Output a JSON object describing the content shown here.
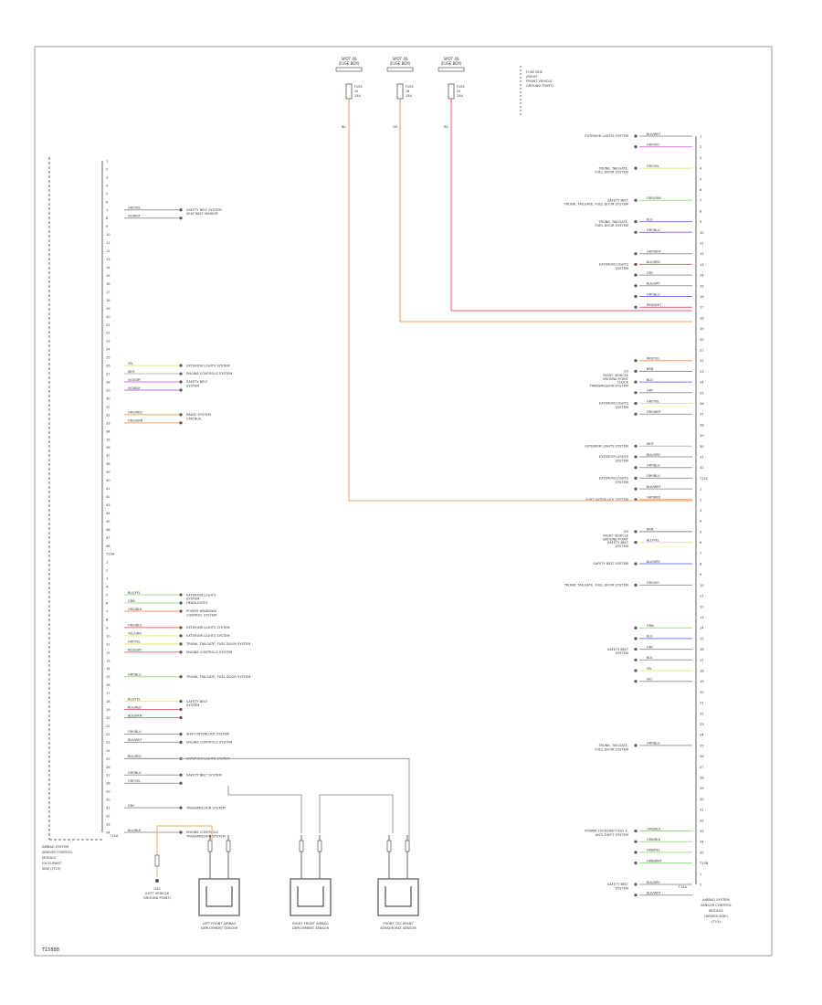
{
  "diagram": {
    "footer_code": "T15888",
    "left_module": {
      "label": [
        "AIRBAG SYSTEM",
        "SENSOR CONTROL",
        "MODULE",
        "(OCCUPANT",
        "SIDE) (T15)"
      ],
      "end_label": "T15A"
    },
    "right_module": {
      "label": [
        "AIRBAG SYSTEM",
        "SENSOR CONTROL",
        "MODULE",
        "(DRIVER SIDE)",
        "(T15)"
      ],
      "end_label": "T15A"
    },
    "fuses": [
      {
        "header": [
          "SPOT 40",
          "(FUSE BOX)"
        ],
        "label": [
          "FUSE",
          "10",
          "15A"
        ],
        "wire_color": "#555555",
        "wire_label": "BK"
      },
      {
        "header": [
          "SPOT 40",
          "(FUSE BOX)"
        ],
        "label": [
          "FUSE",
          "18",
          "15A"
        ],
        "wire_color": "#f39a5c",
        "wire_label": "OG"
      },
      {
        "header": [
          "SPOT 40",
          "(FUSE BOX)"
        ],
        "label": [
          "FUSE",
          "25",
          "15A"
        ],
        "wire_color": "#ef5a6e",
        "wire_label": "RD"
      }
    ],
    "fuse_note": [
      "FUSE BOX",
      "(RIGHT",
      "FRONT VEHICLE",
      "GROUND POINT)"
    ],
    "sensors": [
      {
        "label": [
          "LEFT FRONT AIRBAG",
          "DEPLOYMENT SENSOR"
        ]
      },
      {
        "label": [
          "RIGHT FRONT AIRBAG",
          "DEPLOYMENT SENSOR"
        ]
      },
      {
        "label": [
          "FRONT OCCUPANT",
          "SENSOR MAT SENSOR"
        ]
      }
    ],
    "ground": {
      "label": [
        "G40",
        "(LEFT VEHICLE",
        "GROUND POINT)"
      ]
    },
    "left_pins": [
      "1",
      "2",
      "3",
      "4",
      "5",
      "6",
      "7",
      "8",
      "9",
      "10",
      "11",
      "12",
      "13",
      "14",
      "15",
      "16",
      "17",
      "18",
      "19",
      "20",
      "21",
      "22",
      "23",
      "24",
      "25",
      "26",
      "27",
      "28",
      "29",
      "30",
      "31",
      "32",
      "33",
      "34",
      "35",
      "36",
      "37",
      "38",
      "39",
      "40",
      "41",
      "42",
      "43",
      "44",
      "45",
      "46",
      "47",
      "48",
      "T15A",
      "1",
      "2",
      "3",
      "4",
      "5",
      "6",
      "7",
      "8",
      "9",
      "10",
      "11",
      "12",
      "13",
      "14",
      "15",
      "16",
      "17",
      "18",
      "19",
      "20",
      "21",
      "22",
      "23",
      "24",
      "25",
      "26",
      "27",
      "28",
      "29",
      "30",
      "31",
      "32",
      "33",
      "34"
    ],
    "left_wires": [
      {
        "code": "GRY/YEL",
        "color": "#9a9a9a",
        "dest": [
          "SAFETY BELT SYSTEM",
          "SEAT BELT SENSOR"
        ]
      },
      {
        "code": "GY/WHT",
        "color": "#9a9a9a",
        "dest": []
      },
      {
        "code": "YEL",
        "color": "#e8e880",
        "dest": [
          "EXTERIOR LIGHTS SYSTEM"
        ]
      },
      {
        "code": "WHT",
        "color": "#b8b8b8",
        "dest": [
          "ENGINE CONTROLS SYSTEM"
        ]
      },
      {
        "code": "VIO/GRY",
        "color": "#d07ad6",
        "dest": [
          "SAFETY BELT",
          "SYSTEM"
        ]
      },
      {
        "code": "VIO/BLK",
        "color": "#b56cd0",
        "dest": []
      },
      {
        "code": "ORG/RED",
        "color": "#f0a45c",
        "dest": [
          "RADIO SYSTEM",
          "CAN BUS"
        ]
      },
      {
        "code": "ORG/GRN",
        "color": "#f0a45c",
        "dest": []
      },
      {
        "code": "BLU/YEL",
        "color": "#a8d48c",
        "dest": [
          "EXTERIOR LIGHTS",
          "SYSTEM"
        ]
      },
      {
        "code": "GRN",
        "color": "#9adf8c",
        "dest": [
          "HEADLIGHTS"
        ]
      },
      {
        "code": "ORG/BLK",
        "color": "#f39a5c",
        "dest": [
          "POWER WINDOWS",
          "CONTROL SYSTEM"
        ]
      },
      {
        "code": "ORG/BLU",
        "color": "#f26a6a",
        "dest": [
          "EXTERIOR LIGHTS SYSTEM"
        ]
      },
      {
        "code": "YEL/GRN",
        "color": "#eeee7a",
        "dest": [
          "EXTERIOR LIGHTS SYSTEM"
        ]
      },
      {
        "code": "GRY/YEL",
        "color": "#e6e67a",
        "dest": [
          "TRUNK, TAILGATE, FUEL DOOR SYSTEM"
        ]
      },
      {
        "code": "RED/GRY",
        "color": "#f07070",
        "dest": [
          "ENGINE CONTROLS SYSTEM"
        ]
      },
      {
        "code": "GRY/BLU",
        "color": "#a8d48c",
        "dest": [
          "TRUNK, TAILGATE, FUEL DOOR SYSTEM"
        ]
      },
      {
        "code": "BLU/YEL",
        "color": "#eeee7a",
        "dest": [
          "SAFETY BELT",
          "SYSTEM"
        ]
      },
      {
        "code": "BLK/RED",
        "color": "#e36f6f",
        "dest": []
      },
      {
        "code": "BLK/GRN",
        "color": "#f07070",
        "dest": []
      },
      {
        "code": "GRY/BLU",
        "color": "#9a9a9a",
        "dest": [
          "SHIFT INTERLOCK SYSTEM"
        ]
      },
      {
        "code": "BLK/WHT",
        "color": "#9a9a9a",
        "dest": [
          "ENGINE CONTROLS SYSTEM"
        ]
      },
      {
        "code": "BLK/RED",
        "color": "#9a9a9a",
        "dest": [
          "EXTERIOR LIGHTS SYSTEM"
        ]
      },
      {
        "code": "GRY/BLU",
        "color": "#9a9a9a",
        "dest": [
          "SAFETY BELT SYSTEM"
        ]
      },
      {
        "code": "GRY/YEL",
        "color": "#9a9a9a",
        "dest": []
      },
      {
        "code": "GRY",
        "color": "#9a9a9a",
        "dest": [
          "TRANSMISSION SYSTEM"
        ]
      },
      {
        "code": "BLU/BLK",
        "color": "#9a9a9a",
        "dest": [
          "ENGINE CONTROLS",
          "TRANSMISSION SYSTEM"
        ]
      }
    ],
    "right_pins": [
      "1",
      "2",
      "3",
      "4",
      "5",
      "6",
      "7",
      "8",
      "9",
      "10",
      "11",
      "12",
      "13",
      "14",
      "15",
      "16",
      "17",
      "18",
      "19",
      "20",
      "21",
      "22",
      "23",
      "24",
      "25",
      "26",
      "27",
      "28",
      "29",
      "30",
      "31",
      "32",
      "T15C",
      "1",
      "2",
      "3",
      "4",
      "5",
      "6",
      "7",
      "8",
      "9",
      "10",
      "11",
      "12",
      "13",
      "14",
      "15",
      "16",
      "17",
      "18",
      "19",
      "20",
      "21",
      "22",
      "23",
      "24",
      "25",
      "26",
      "27",
      "28",
      "29",
      "30",
      "31",
      "32",
      "33",
      "34",
      "35",
      "T15B",
      "1",
      "2"
    ],
    "right_wires": [
      {
        "code": "BLK/WHT",
        "color": "#9a9a9a",
        "dest": [
          "EXTERIOR LIGHTS SYSTEM"
        ]
      },
      {
        "code": "GRY/VIO",
        "color": "#d07ad6",
        "dest": []
      },
      {
        "code": "GRY/YEL",
        "color": "#e6e67a",
        "dest": [
          "TRUNK, TAILGATE,",
          "FUEL DOOR SYSTEM"
        ]
      },
      {
        "code": "GRY/GRN",
        "color": "#9adf8c",
        "dest": [
          "SAFETY BELT",
          "TRUNK, TAILGATE, FUEL DOOR SYSTEM"
        ]
      },
      {
        "code": "BLU",
        "color": "#7a7aef",
        "dest": [
          "TRUNK, TAILGATE,",
          "FUEL DOOR SYSTEM"
        ]
      },
      {
        "code": "GRY/BLU",
        "color": "#7a7aef",
        "dest": []
      },
      {
        "code": "GRY/WHT",
        "color": "#9a9a9a",
        "dest": []
      },
      {
        "code": "BLK/RED",
        "color": "#e36f6f",
        "dest": [
          "EXTERIOR LIGHTS",
          "SYSTEM"
        ]
      },
      {
        "code": "GRY",
        "color": "#9a9a9a",
        "dest": []
      },
      {
        "code": "BLK/GRY",
        "color": "#9a9a9a",
        "dest": []
      },
      {
        "code": "GRY/BLU",
        "color": "#7a7aef",
        "dest": []
      },
      {
        "code": "RED/WHT",
        "color": "#ef5a6e",
        "dest": []
      },
      {
        "code": "RED/YEL",
        "color": "#f39a5c",
        "dest": []
      },
      {
        "code": "BRN",
        "color": "#8a8a8a",
        "dest": [
          "G5",
          "RIGHT VEHICLE",
          "GROUND POINT"
        ]
      },
      {
        "code": "BLU",
        "color": "#7a7aef",
        "dest": [
          "CLOCK",
          "TRANSMISSION SYSTEM"
        ]
      },
      {
        "code": "GRY",
        "color": "#9a9a9a",
        "dest": []
      },
      {
        "code": "GRY/YEL",
        "color": "#e6e67a",
        "dest": [
          "EXTERIOR LIGHTS",
          "SYSTEM"
        ]
      },
      {
        "code": "GRY/WHT",
        "color": "#9a9a9a",
        "dest": []
      },
      {
        "code": "WHT",
        "color": "#b8b8b8",
        "dest": [
          "EXTERIOR LIGHTS SYSTEM"
        ]
      },
      {
        "code": "BLK/GRY",
        "color": "#9a9a9a",
        "dest": [
          "EXTERIOR LIGHTS",
          "SYSTEM"
        ]
      },
      {
        "code": "GRY/BLU",
        "color": "#9a9a9a",
        "dest": []
      },
      {
        "code": "GRY/BLU",
        "color": "#9a9a9a",
        "dest": [
          "EXTERIOR LIGHTS",
          "SYSTEM"
        ]
      },
      {
        "code": "BLK/WHT",
        "color": "#9a9a9a",
        "dest": []
      },
      {
        "code": "GRY/RED",
        "color": "#f39a5c",
        "dest": [
          "SHIFT INTERLOCK SYSTEM"
        ]
      },
      {
        "code": "BRN",
        "color": "#8a8a8a",
        "dest": [
          "G5",
          "RIGHT VEHICLE",
          "GROUND POINT"
        ]
      },
      {
        "code": "BLU/YEL",
        "color": "#eeee7a",
        "dest": [
          "SAFETY BELT",
          "SYSTEM"
        ]
      },
      {
        "code": "BLU/GRY",
        "color": "#7a7aef",
        "dest": [
          "SAFETY BELT SYSTEM"
        ]
      },
      {
        "code": "GRY/VIO",
        "color": "#9a9a9a",
        "dest": [
          "TRUNK, TAILGATE, FUEL DOOR SYSTEM"
        ]
      },
      {
        "code": "GRN",
        "color": "#9adf8c",
        "dest": []
      },
      {
        "code": "BLU",
        "color": "#7a7aef",
        "dest": []
      },
      {
        "code": "GRY",
        "color": "#9a9a9a",
        "dest": [
          "SAFETY BELT",
          "SYSTEM"
        ]
      },
      {
        "code": "BLK",
        "color": "#9a9a9a",
        "dest": []
      },
      {
        "code": "YEL",
        "color": "#e8e880",
        "dest": []
      },
      {
        "code": "VIO",
        "color": "#9a9a9a",
        "dest": []
      },
      {
        "code": "GRY/BLU",
        "color": "#9a9a9a",
        "dest": [
          "TRUNK, TAILGATE,",
          "FUEL DOOR SYSTEM"
        ]
      },
      {
        "code": "GRN/BLU",
        "color": "#9adf8c",
        "dest": [
          "POWER LOCKS/KEYLESS E.",
          "ANTI-THEFT SYSTEM"
        ]
      },
      {
        "code": "GRN/BLK",
        "color": "#9adf8c",
        "dest": []
      },
      {
        "code": "GRN/YEL",
        "color": "#9adf8c",
        "dest": []
      },
      {
        "code": "GRN/WHT",
        "color": "#9adf8c",
        "dest": []
      },
      {
        "code": "BLK/GRY",
        "color": "#9a9a9a",
        "dest": [
          "SAFETY BELT",
          "SYSTEM"
        ]
      },
      {
        "code": "BLK/WHT",
        "color": "#9a9a9a",
        "dest": []
      }
    ]
  }
}
